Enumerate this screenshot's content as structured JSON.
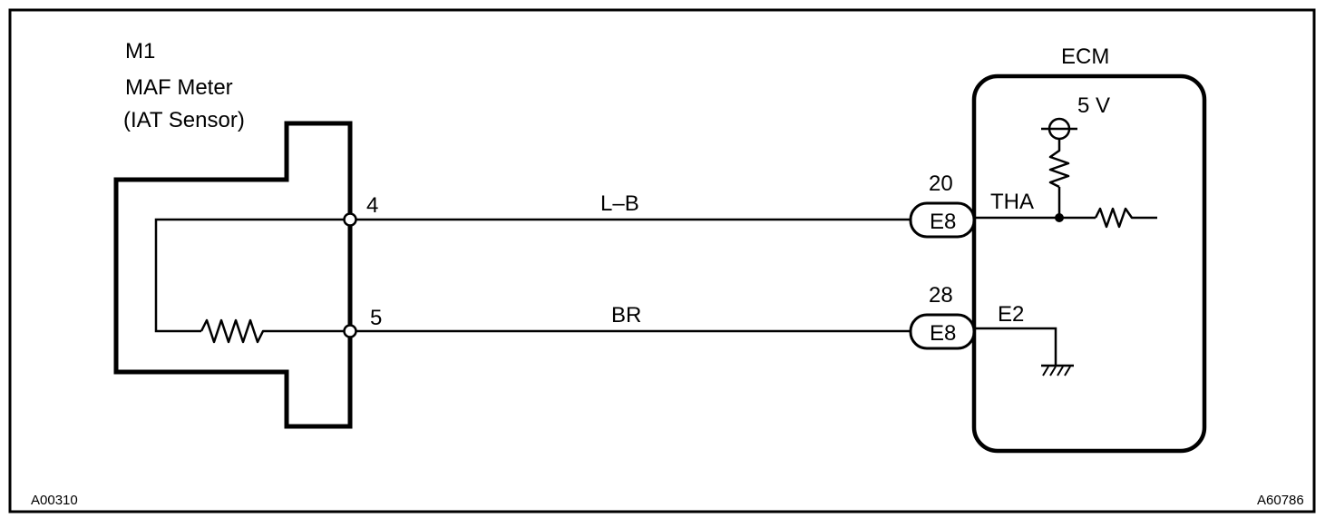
{
  "component": {
    "code": "M1",
    "name": "MAF Meter",
    "subname": "(IAT Sensor)",
    "pins": [
      "4",
      "5"
    ]
  },
  "ecm": {
    "title": "ECM",
    "supply": "5 V",
    "signals": [
      "THA",
      "E2"
    ]
  },
  "wires": [
    {
      "color": "L–B",
      "ecm_pin": "20",
      "connector": "E8"
    },
    {
      "color": "BR",
      "ecm_pin": "28",
      "connector": "E8"
    }
  ],
  "figure_codes": {
    "left": "A00310",
    "right": "A60786"
  },
  "colors": {
    "line": "#000000",
    "background": "#ffffff"
  }
}
